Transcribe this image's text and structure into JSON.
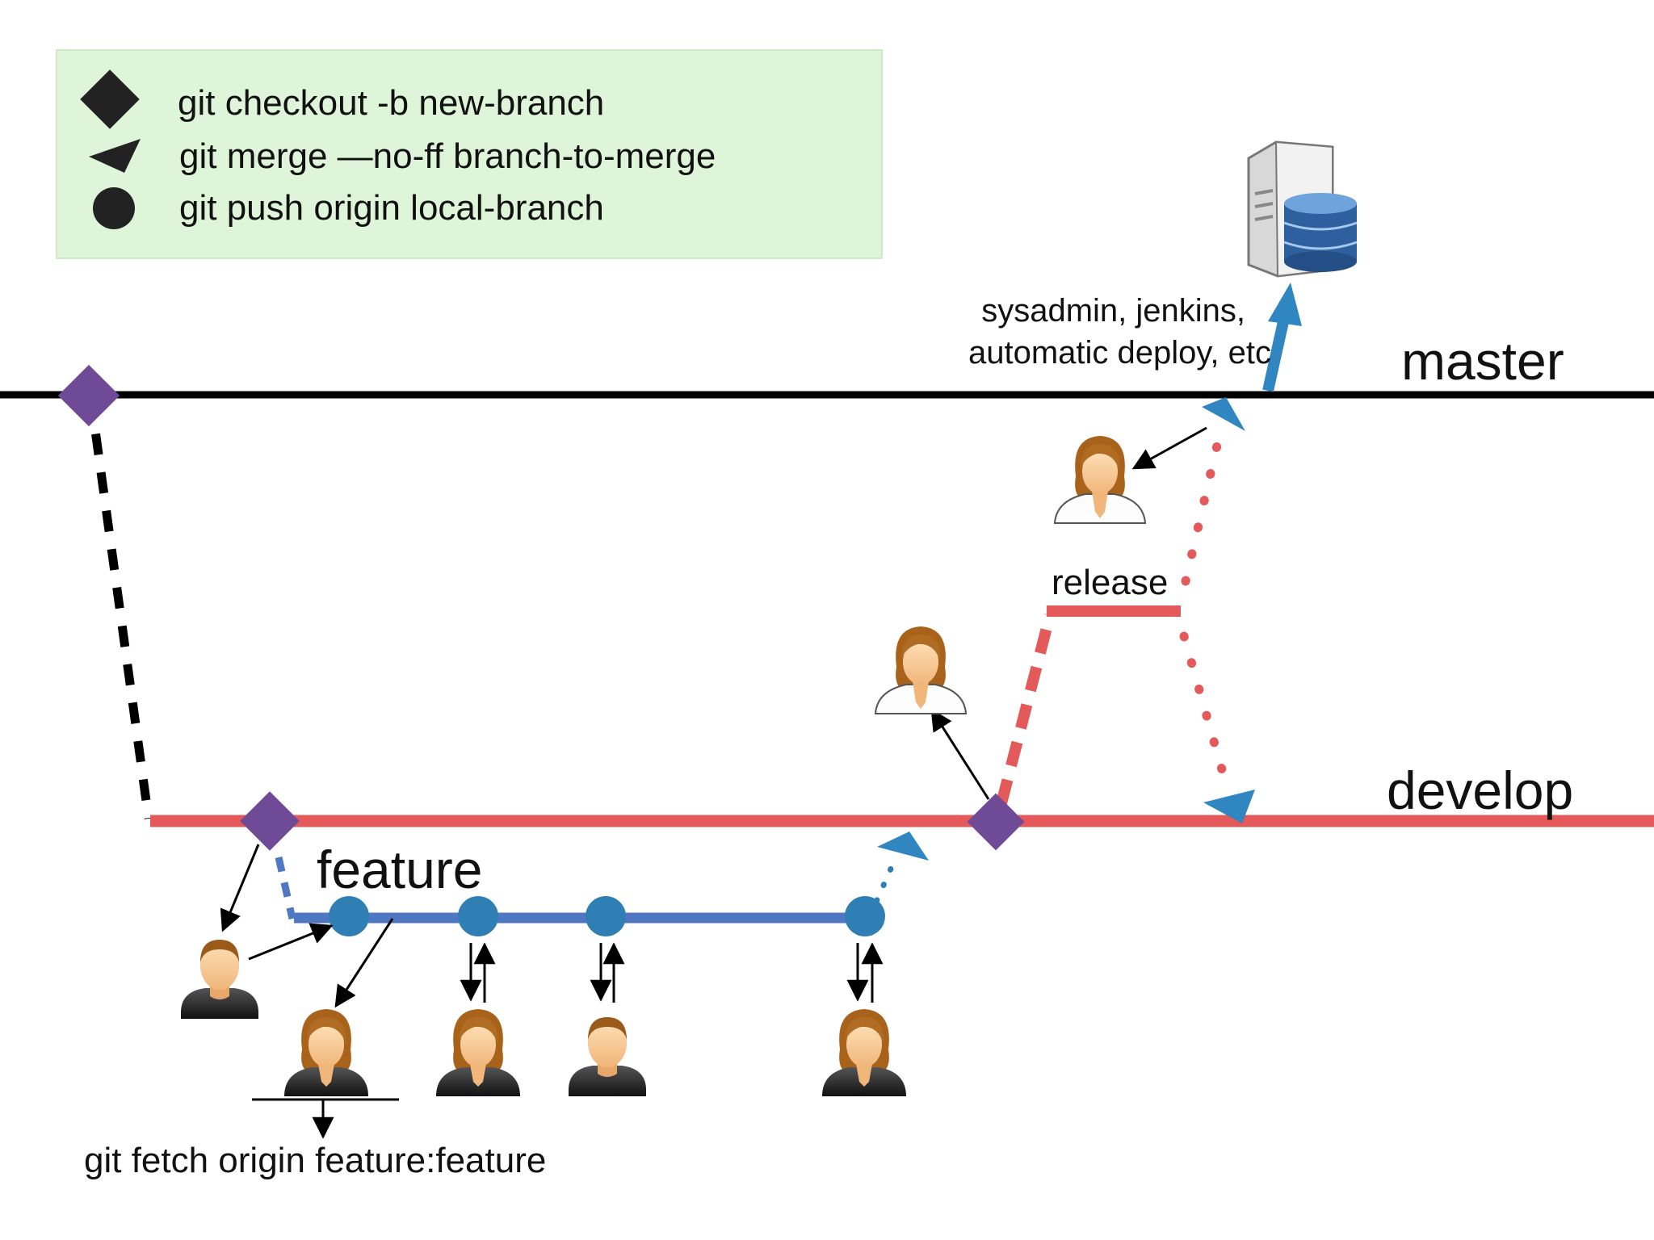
{
  "legend": {
    "items": [
      {
        "symbol": "diamond",
        "text": "git checkout -b new-branch"
      },
      {
        "symbol": "triangle",
        "text": "git merge —no-ff branch-to-merge"
      },
      {
        "symbol": "circle",
        "text": "git push origin local-branch"
      }
    ]
  },
  "branches": {
    "master": "master",
    "develop": "develop",
    "feature": "feature",
    "release": "release"
  },
  "annotations": {
    "deploy_line1": "sysadmin, jenkins,",
    "deploy_line2": "automatic deploy, etc",
    "fetch": "git fetch origin feature:feature"
  },
  "colors": {
    "legend_bg": "#dff5da",
    "diamond": "#6f4a96",
    "push_node": "#2f7fb4",
    "develop_line": "#e45a5a",
    "feature_line": "#4f77c2",
    "master_line": "#000000",
    "merge_arrow": "#2f86c0"
  }
}
